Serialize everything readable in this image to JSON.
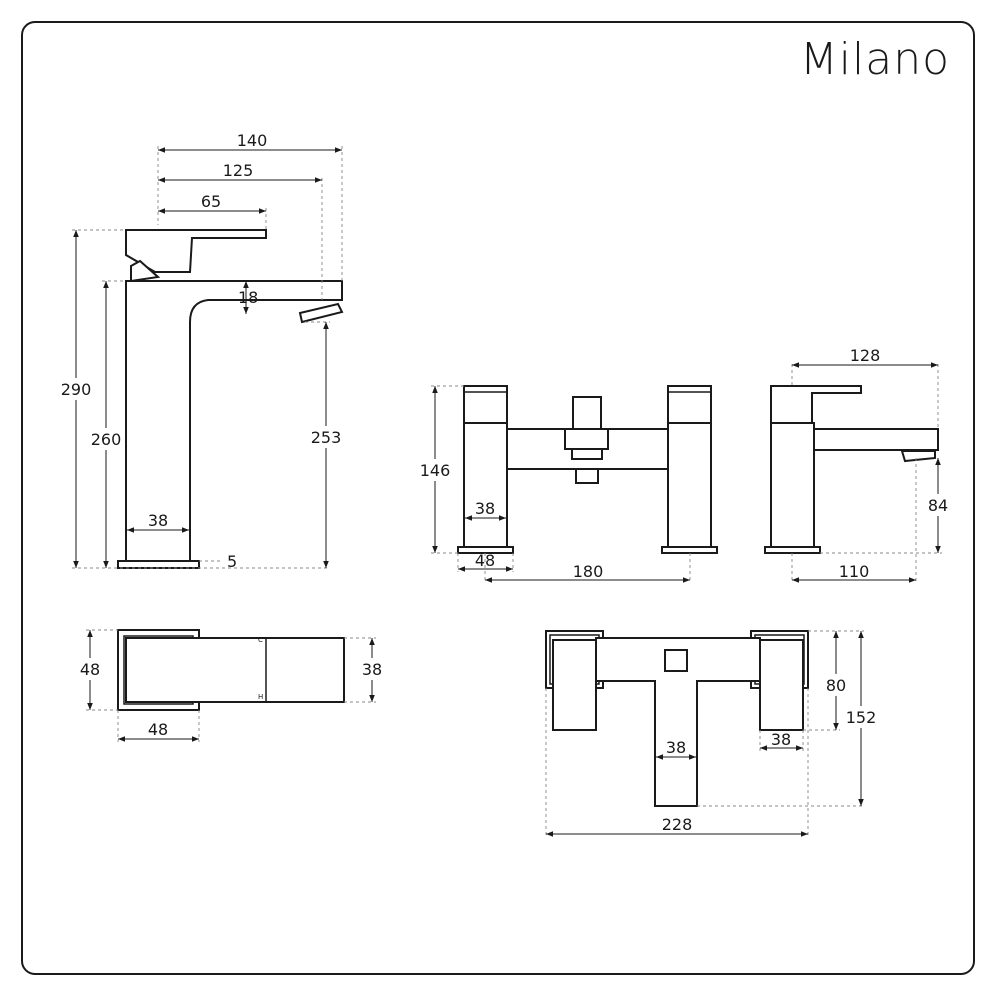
{
  "brand": {
    "name": "Milano"
  },
  "basin_side": {
    "width_total": "140",
    "reach_spout": "125",
    "reach_lever": "65",
    "spout_thickness": "18",
    "height_total": "290",
    "height_body": "260",
    "height_outlet": "253",
    "body_width": "38",
    "base_thickness": "5"
  },
  "basin_top": {
    "base_height": "48",
    "base_width": "48",
    "spout_height": "38",
    "marks": [
      "C",
      "H"
    ]
  },
  "bath_front": {
    "height": "146",
    "pillar_width": "38",
    "base_width": "48",
    "centres": "180"
  },
  "bath_side": {
    "width": "128",
    "outlet_height": "84",
    "projection": "110"
  },
  "bath_top": {
    "pillar_depth": "80",
    "total_depth": "152",
    "spout_width": "38",
    "pillar_width": "38",
    "total_width": "228"
  }
}
